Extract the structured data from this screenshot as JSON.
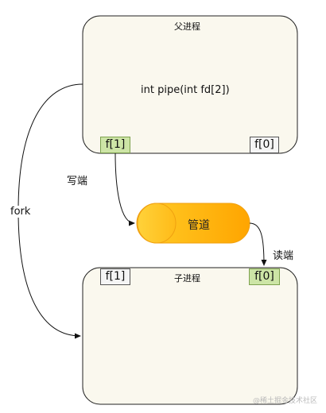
{
  "parent_process": {
    "title": "父进程",
    "function_text": "int pipe(int fd[2])",
    "write_port": "f[1]",
    "read_port": "f[0]"
  },
  "child_process": {
    "title": "子进程",
    "write_port": "f[1]",
    "read_port": "f[0]"
  },
  "pipe": {
    "label": "管道"
  },
  "edges": {
    "write_end": "写端",
    "read_end": "读端",
    "fork": "fork"
  },
  "watermark": "@稀土掘金技术社区",
  "colors": {
    "box_fill": "#faf8ee",
    "box_stroke": "#222222",
    "port_active": "#cde5a6",
    "port_inactive": "#f5f5f5",
    "pipe_orange": "#ffa500"
  }
}
